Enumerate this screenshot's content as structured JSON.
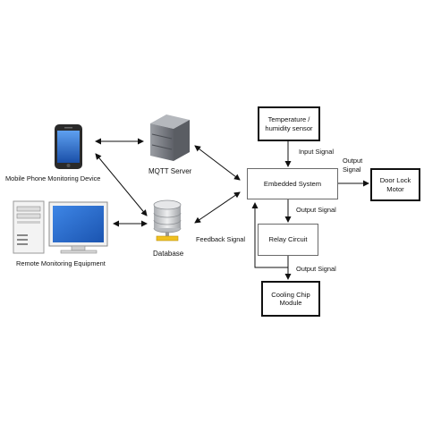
{
  "nodes": {
    "mobile_device": "Mobile Phone Monitoring Device",
    "mqtt_server": "MQTT Server",
    "remote_equipment": "Remote Monitoring Equipment",
    "database": "Database",
    "temp_sensor_line1": "Temperature /",
    "temp_sensor_line2": "humidity sensor",
    "embedded_system": "Embedded System",
    "door_lock_line1": "Door Lock",
    "door_lock_line2": "Motor",
    "relay_circuit": "Relay Circuit",
    "cooling_line1": "Cooling Chip",
    "cooling_line2": "Module"
  },
  "edge_labels": {
    "input_signal": "Input Signal",
    "output_signal_right_line1": "Output",
    "output_signal_right_line2": "Signal",
    "output_signal_relay": "Output Signal",
    "feedback_signal": "Feedback Signal",
    "output_signal_cooling": "Output Signal"
  },
  "icons": {
    "mobile": "smartphone-icon",
    "server": "server-tower-icon",
    "computer": "desktop-computer-icon",
    "database": "database-cylinder-icon"
  },
  "colors": {
    "server_gray": "#7c7f86",
    "screen_blue": "#2d6fd0",
    "db_silver": "#c7c9cc",
    "db_yellow": "#f0c020",
    "line": "#111111"
  }
}
